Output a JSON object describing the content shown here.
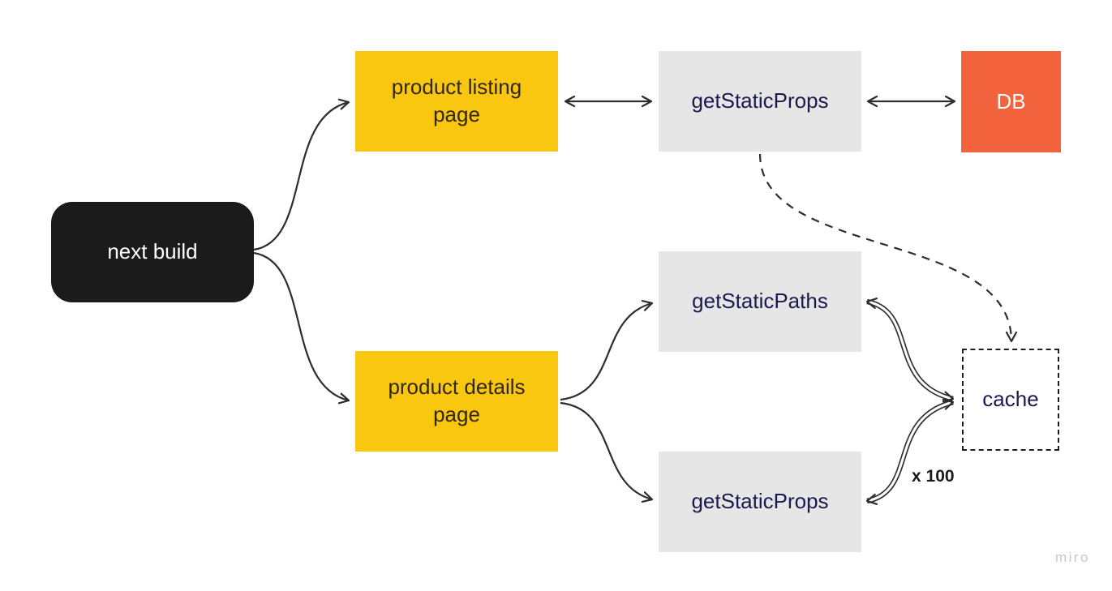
{
  "canvas": {
    "background": "#ffffff",
    "watermark": "miro"
  },
  "nodes": {
    "next_build": {
      "label": "next build",
      "fill": "#1b1b1b",
      "text_color": "#ffffff",
      "shape": "rounded-rectangle"
    },
    "product_listing": {
      "label": "product listing page",
      "fill": "#fac710",
      "text_color": "#33270b",
      "shape": "rectangle"
    },
    "get_static_props_top": {
      "label": "getStaticProps",
      "fill": "#e6e6e6",
      "text_color": "#1a1a4e",
      "shape": "rectangle"
    },
    "db": {
      "label": "DB",
      "fill": "#f2633d",
      "text_color": "#ffffff",
      "shape": "rectangle"
    },
    "get_static_paths": {
      "label": "getStaticPaths",
      "fill": "#e6e6e6",
      "text_color": "#1a1a4e",
      "shape": "rectangle"
    },
    "product_details": {
      "label": "product details page",
      "fill": "#fac710",
      "text_color": "#33270b",
      "shape": "rectangle"
    },
    "get_static_props_bottom": {
      "label": "getStaticProps",
      "fill": "#e6e6e6",
      "text_color": "#1a1a4e",
      "shape": "rectangle"
    },
    "cache": {
      "label": "cache",
      "fill": "#ffffff",
      "text_color": "#1a1a4e",
      "shape": "dashed-rectangle"
    }
  },
  "edges": [
    {
      "from": "next_build",
      "to": "product_listing",
      "style": "curved",
      "arrows": "end"
    },
    {
      "from": "next_build",
      "to": "product_details",
      "style": "curved",
      "arrows": "end"
    },
    {
      "from": "product_listing",
      "to": "get_static_props_top",
      "style": "straight",
      "arrows": "both"
    },
    {
      "from": "get_static_props_top",
      "to": "db",
      "style": "straight",
      "arrows": "both"
    },
    {
      "from": "get_static_props_top",
      "to": "cache",
      "style": "dashed-curved",
      "arrows": "end"
    },
    {
      "from": "product_details",
      "to": "get_static_paths",
      "style": "curved",
      "arrows": "end"
    },
    {
      "from": "product_details",
      "to": "get_static_props_bottom",
      "style": "curved",
      "arrows": "end"
    },
    {
      "from": "get_static_paths",
      "to": "cache",
      "style": "double-curved",
      "arrows": "both"
    },
    {
      "from": "get_static_props_bottom",
      "to": "cache",
      "style": "double-curved",
      "arrows": "both",
      "label": "x 100"
    }
  ],
  "annotations": {
    "multiplier_label": "x 100"
  },
  "colors": {
    "arrow": "#2d2d2d",
    "node_black": "#1b1b1b",
    "node_yellow": "#fac710",
    "node_gray": "#e6e6e6",
    "node_orange": "#f2633d",
    "text_navy": "#1a1a4e",
    "text_dark_brown": "#33270b",
    "watermark_gray": "#c4c7cc"
  }
}
